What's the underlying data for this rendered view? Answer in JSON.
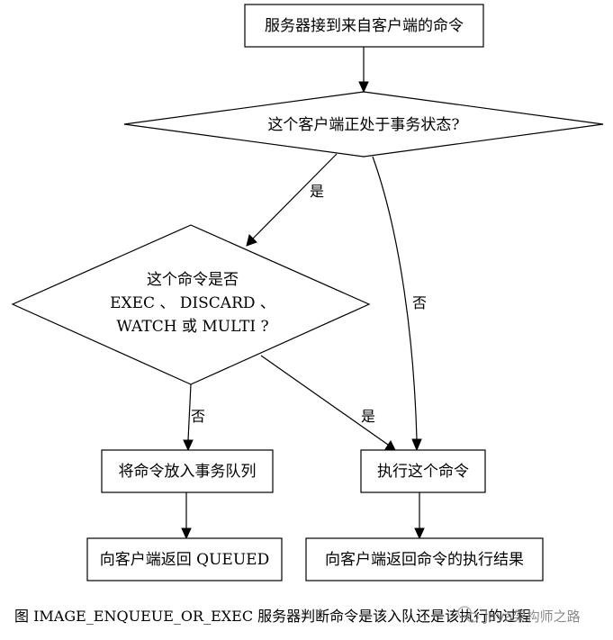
{
  "nodes": {
    "receive": "服务器接到来自客户端的命令",
    "in_tx": "这个客户端正处于事务状态?",
    "is_cmd_line1": "这个命令是否",
    "is_cmd_line2": "EXEC 、 DISCARD 、",
    "is_cmd_line3": "WATCH 或 MULTI ?",
    "enqueue": "将命令放入事务队列",
    "execute": "执行这个命令",
    "reply_queued": "向客户端返回 QUEUED",
    "reply_result": "向客户端返回命令的执行结果"
  },
  "edges": {
    "tx_yes": "是",
    "tx_no": "否",
    "cmd_no": "否",
    "cmd_yes": "是"
  },
  "caption": "图 IMAGE_ENQUEUE_OR_EXEC    服务器判断命令是该入队还是该执行的过程",
  "watermark": "Java架构师之路"
}
